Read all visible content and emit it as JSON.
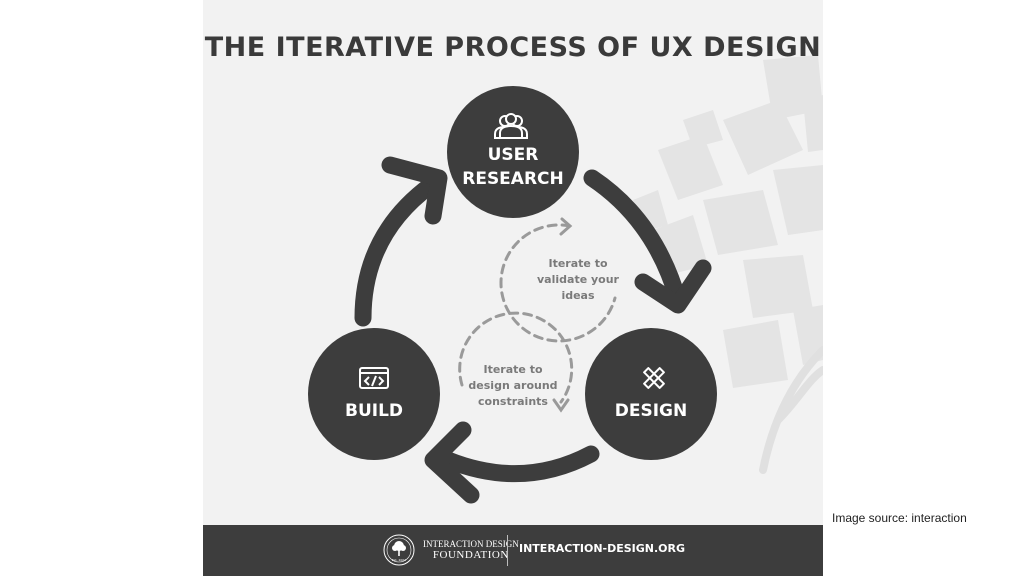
{
  "title": "THE ITERATIVE PROCESS OF UX DESIGN",
  "nodes": {
    "user_research": {
      "line1": "USER",
      "line2": "RESEARCH",
      "icon": "people-icon"
    },
    "design": {
      "label": "DESIGN",
      "icon": "pencil-ruler-icon"
    },
    "build": {
      "label": "BUILD",
      "icon": "code-window-icon"
    }
  },
  "iterations": {
    "validate": {
      "line1": "Iterate to",
      "line2": "validate your",
      "line3": "ideas"
    },
    "constraints": {
      "line1": "Iterate to",
      "line2": "design around",
      "line3": "constraints"
    }
  },
  "footer": {
    "org_line1": "INTERACTION DESIGN",
    "org_line2": "FOUNDATION",
    "seal_text": "Est. 2002",
    "url": "INTERACTION-DESIGN.ORG"
  },
  "caption": "Image source: interaction",
  "colors": {
    "node": "#3d3d3d",
    "panel": "#f2f2f2",
    "dashed": "#9a9a9a",
    "footer": "#3d3d3d"
  }
}
